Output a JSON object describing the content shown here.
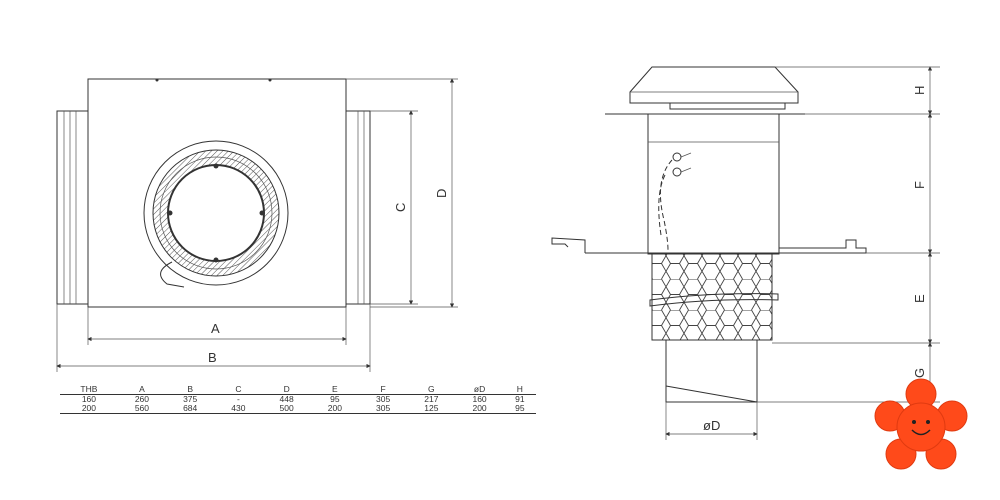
{
  "front_view": {
    "labels": {
      "a": "A",
      "b": "B",
      "c": "C",
      "d": "D"
    }
  },
  "side_view": {
    "labels": {
      "h": "H",
      "f": "F",
      "e": "E",
      "g": "G",
      "od": "øD"
    }
  },
  "table": {
    "headers": [
      "THB",
      "A",
      "B",
      "C",
      "D",
      "E",
      "F",
      "G",
      "øD",
      "H"
    ],
    "rows": [
      [
        "160",
        "260",
        "375",
        "-",
        "448",
        "95",
        "305",
        "217",
        "160",
        "91"
      ],
      [
        "200",
        "560",
        "684",
        "430",
        "500",
        "200",
        "305",
        "125",
        "200",
        "95"
      ]
    ]
  },
  "colors": {
    "line": "#333333",
    "logo": "#ff4a1a"
  }
}
